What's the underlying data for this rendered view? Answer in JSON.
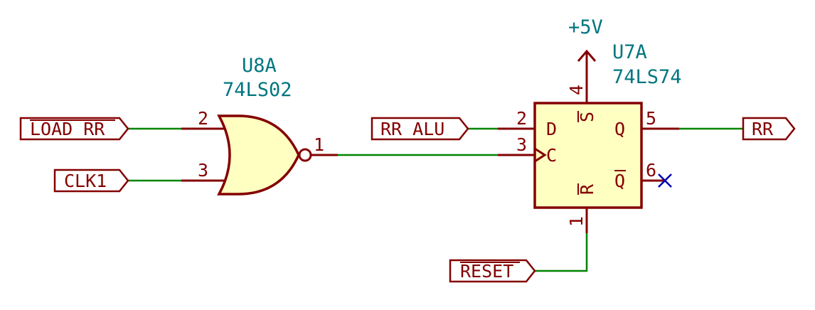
{
  "colors": {
    "wire": "#008400",
    "component": "#840000",
    "body_fill": "#ffffc2",
    "reference_text": "#00767f",
    "no_connect": "#0000b0",
    "background": "#ffffff"
  },
  "labels": {
    "load_rr": "LOAD_RR",
    "clk1": "CLK1",
    "rr_alu": "RR_ALU",
    "reset": "RESET",
    "rr": "RR"
  },
  "u8a": {
    "ref": "U8A",
    "value": "74LS02",
    "pins": {
      "in_a": "2",
      "in_b": "3",
      "out": "1"
    }
  },
  "u7a": {
    "ref": "U7A",
    "value": "74LS74",
    "power_label": "+5V",
    "pins": {
      "d": "2",
      "clk": "3",
      "set": "4",
      "reset": "1",
      "q": "5",
      "qbar": "6"
    },
    "pin_names": {
      "d": "D",
      "clk": "C",
      "set": "S",
      "reset": "R",
      "q": "Q",
      "qbar": "Q"
    }
  }
}
